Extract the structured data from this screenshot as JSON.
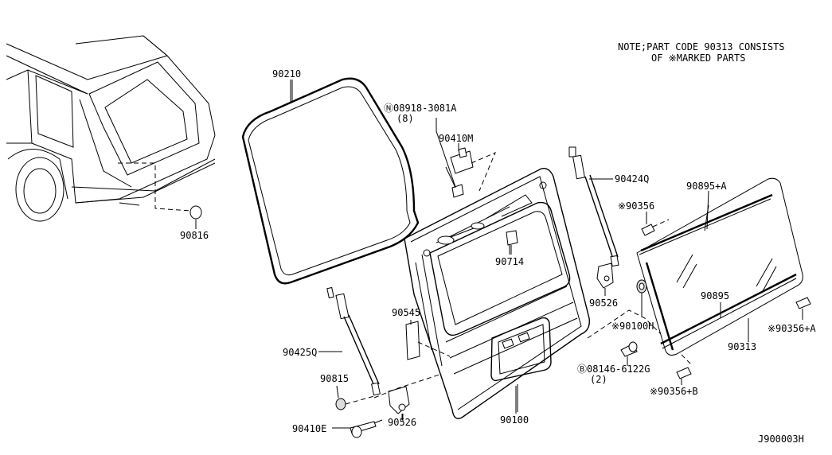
{
  "note": {
    "line1": "NOTE;PART CODE 90313 CONSISTS",
    "line2": "OF ※MARKED PARTS"
  },
  "diagram_id": "J900003H",
  "callouts": {
    "p90210": "90210",
    "p08918_prefix": "Ⓝ08918-3081A",
    "p08918_qty": "(8)",
    "p90410m": "90410M",
    "p90424q": "90424Q",
    "p90895a": "90895+A",
    "p90356": "※90356",
    "p90714": "90714",
    "p90526_right": "90526",
    "p90100h": "※90100H",
    "p90895": "90895",
    "p90356a": "※90356+A",
    "p90313": "90313",
    "p08146": "Ⓑ08146-6122G",
    "p08146_qty": "(2)",
    "p90356b": "※90356+B",
    "p90816": "90816",
    "p90545": "90545",
    "p90425q": "90425Q",
    "p90815": "90815",
    "p90526_left": "90526",
    "p90100": "90100",
    "p90410e": "90410E"
  }
}
